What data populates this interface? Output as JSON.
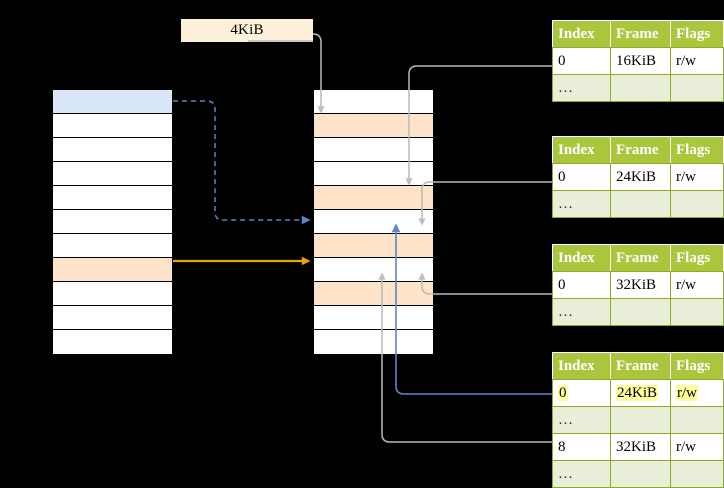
{
  "diagram": {
    "title_label": "4KiB",
    "virtual_column": {
      "name": "virtual-address-space-column",
      "rows": [
        {
          "fill": "blue"
        },
        {
          "fill": "white"
        },
        {
          "fill": "white"
        },
        {
          "fill": "white"
        },
        {
          "fill": "white"
        },
        {
          "fill": "white"
        },
        {
          "fill": "white"
        },
        {
          "fill": "peach"
        },
        {
          "fill": "white"
        },
        {
          "fill": "white"
        },
        {
          "fill": "white"
        }
      ]
    },
    "physical_column": {
      "name": "physical-memory-column",
      "rows": [
        {
          "fill": "white"
        },
        {
          "fill": "peach"
        },
        {
          "fill": "white"
        },
        {
          "fill": "white"
        },
        {
          "fill": "peach"
        },
        {
          "fill": "white"
        },
        {
          "fill": "peach"
        },
        {
          "fill": "white"
        },
        {
          "fill": "peach"
        },
        {
          "fill": "white"
        },
        {
          "fill": "white"
        }
      ]
    },
    "colors": {
      "header_green": "#aac63c",
      "ellipsis_row": "#e8eed7",
      "table_border": "#8aab26",
      "blue_cell": "#d8e6f7",
      "peach_cell": "#fde3ca",
      "size_box": "#fdf0d8",
      "highlight_yellow": "#ffff9e",
      "blue_arrow": "#5b87c7",
      "orange_arrow": "#e8a400",
      "grey_wire": "#b3b3b3"
    },
    "tables": [
      {
        "name": "page-table-level-1",
        "columns": [
          "Index",
          "Frame",
          "Flags"
        ],
        "rows": [
          {
            "cells": [
              "0",
              "16KiB",
              "r/w"
            ],
            "ellipsis": false,
            "highlight": false
          },
          {
            "cells": [
              "…",
              "",
              ""
            ],
            "ellipsis": true,
            "highlight": false
          }
        ]
      },
      {
        "name": "page-table-level-2",
        "columns": [
          "Index",
          "Frame",
          "Flags"
        ],
        "rows": [
          {
            "cells": [
              "0",
              "24KiB",
              "r/w"
            ],
            "ellipsis": false,
            "highlight": false
          },
          {
            "cells": [
              "…",
              "",
              ""
            ],
            "ellipsis": true,
            "highlight": false
          }
        ]
      },
      {
        "name": "page-table-level-3",
        "columns": [
          "Index",
          "Frame",
          "Flags"
        ],
        "rows": [
          {
            "cells": [
              "0",
              "32KiB",
              "r/w"
            ],
            "ellipsis": false,
            "highlight": false
          },
          {
            "cells": [
              "…",
              "",
              ""
            ],
            "ellipsis": true,
            "highlight": false
          }
        ]
      },
      {
        "name": "page-table-level-4",
        "columns": [
          "Index",
          "Frame",
          "Flags"
        ],
        "rows": [
          {
            "cells": [
              "0",
              "24KiB",
              "r/w"
            ],
            "ellipsis": false,
            "highlight": true
          },
          {
            "cells": [
              "…",
              "",
              ""
            ],
            "ellipsis": true,
            "highlight": false
          },
          {
            "cells": [
              "8",
              "32KiB",
              "r/w"
            ],
            "ellipsis": false,
            "highlight": false
          },
          {
            "cells": [
              "…",
              "",
              ""
            ],
            "ellipsis": true,
            "highlight": false
          }
        ]
      }
    ]
  }
}
